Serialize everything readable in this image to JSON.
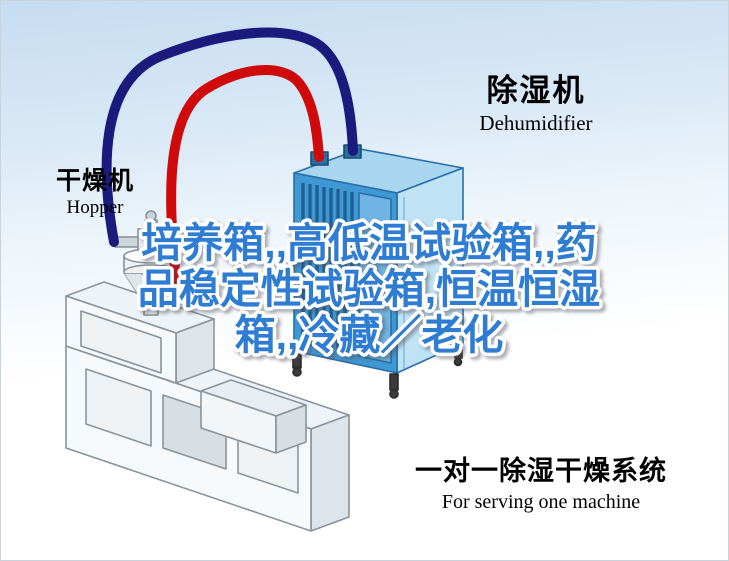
{
  "labels": {
    "dehumidifier": {
      "cn": "除湿机",
      "en": "Dehumidifier"
    },
    "hopper": {
      "cn": "干燥机",
      "en": "Hopper"
    }
  },
  "watermark": {
    "lines": {
      "0": "培养箱,,高低温试验箱,,药",
      "1": "品稳定性试验箱,恒温恒湿",
      "2": "箱,,冷藏／老化"
    },
    "color": "#2f7cd3"
  },
  "caption": {
    "cn": "一对一除湿干燥系统",
    "en": "For serving one machine"
  },
  "colors": {
    "watermark_blue": "#2f7cd3",
    "pipe_red": "#cf0a0a",
    "pipe_navy": "#1b1b7e",
    "dehumidifier_front": "#3f97d3",
    "dehumidifier_top": "#a9d6ef",
    "dehumidifier_side": "#bfe2f4",
    "machine_body": "#f7fafc"
  }
}
